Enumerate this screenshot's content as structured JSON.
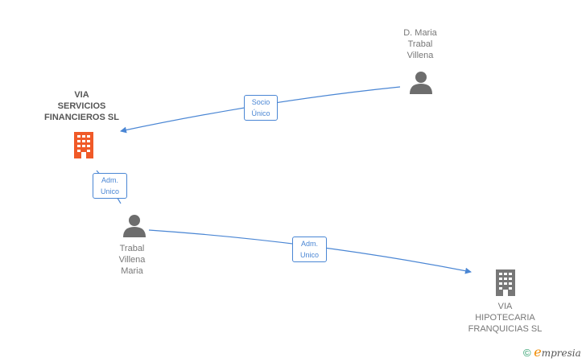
{
  "nodes": {
    "maria": {
      "lines": [
        "D. Maria",
        "Trabal",
        "Villena"
      ]
    },
    "via_servicios": {
      "lines": [
        "VIA",
        "SERVICIOS",
        "FINANCIEROS SL"
      ]
    },
    "trabal": {
      "lines": [
        "Trabal",
        "Villena",
        "Maria"
      ]
    },
    "via_hipotecaria": {
      "lines": [
        "VIA",
        "HIPOTECARIA",
        "FRANQUICIAS SL"
      ]
    }
  },
  "edges": {
    "socio_unico": {
      "lines": [
        "Socio",
        "Único"
      ]
    },
    "adm_unico_1": {
      "lines": [
        "Adm.",
        "Unico"
      ]
    },
    "adm_unico_2": {
      "lines": [
        "Adm.",
        "Unico"
      ]
    }
  },
  "colors": {
    "edge": "#4a86d4",
    "company_highlight": "#f05a28",
    "company": "#777777",
    "person": "#6d6d6d"
  },
  "brand": {
    "copyright": "©",
    "e": "e",
    "rest": "mpresia"
  }
}
